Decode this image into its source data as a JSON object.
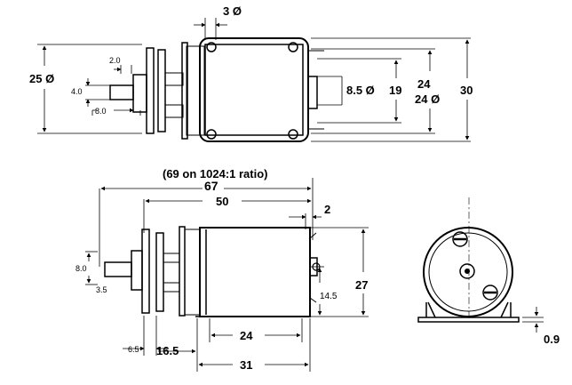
{
  "top_view": {
    "dim_3_dia": "3 Ø",
    "dim_25_dia": "25 Ø",
    "dim_2_0": "2.0",
    "dim_4_0": "4.0",
    "dim_8_0": "8.0",
    "dim_8_5_dia": "8.5 Ø",
    "dim_19": "19",
    "dim_24": "24",
    "dim_24_dia": "24 Ø",
    "dim_30": "30"
  },
  "side_view": {
    "ratio_note": "(69 on 1024:1 ratio)",
    "dim_67": "67",
    "dim_50": "50",
    "dim_2": "2",
    "dim_8_0": "8.0",
    "dim_3_5": "3.5",
    "dim_14_5": "14.5",
    "dim_27": "27",
    "dim_6_5": "6.5",
    "dim_16_5": "16.5",
    "dim_24": "24",
    "dim_31": "31"
  },
  "end_view": {
    "dim_0_9": "0.9"
  }
}
